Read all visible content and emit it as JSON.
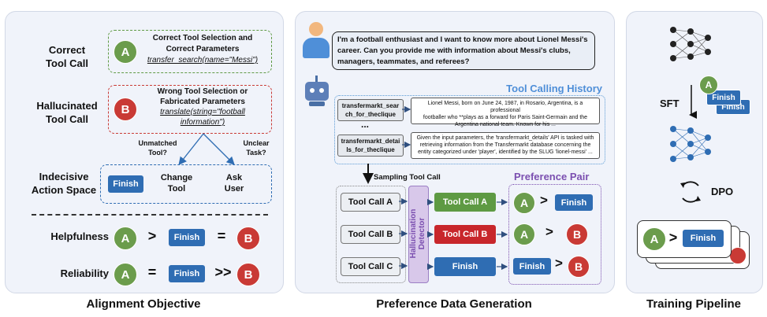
{
  "left": {
    "correct": {
      "label1": "Correct",
      "label2": "Tool Call",
      "badge": "A",
      "line1": "Correct Tool Selection and",
      "line2": "Correct Parameters",
      "code": "transfer_search(name=\"Messi\")"
    },
    "halluc": {
      "label1": "Hallucinated",
      "label2": "Tool Call",
      "badge": "B",
      "line1": "Wrong Tool Selection or",
      "line2": "Fabricated Parameters",
      "code1": "translate(string=\"football",
      "code2": "information\")"
    },
    "unmatched1": "Unmatched",
    "unmatched2": "Tool?",
    "unclear1": "Unclear",
    "unclear2": "Task?",
    "indecisive": {
      "label1": "Indecisive",
      "label2": "Action Space",
      "finish": "Finish",
      "change1": "Change",
      "change2": "Tool",
      "ask1": "Ask",
      "ask2": "User"
    },
    "helpfulness": {
      "label": "Helpfulness",
      "a": "A",
      "op1": ">",
      "finish": "Finish",
      "op2": "=",
      "b": "B"
    },
    "reliability": {
      "label": "Reliability",
      "a": "A",
      "op1": "=",
      "finish": "Finish",
      "op2": ">>",
      "b": "B"
    },
    "title": "Alignment Objective"
  },
  "middle": {
    "query1": "I'm a football enthusiast and I want to know more about Lionel Messi's",
    "query2": "career. Can you provide me with information about Messi's clubs,",
    "query3": "managers, teammates, and referees?",
    "history_title": "Tool Calling History",
    "h1a": "transfermarkt_sear",
    "h1b": "ch_for_theclique",
    "h2a": "transfermarkt_detai",
    "h2b": "ls_for_theclique",
    "dots": "...",
    "o1a": "Lionel Messi, born on June 24, 1987, in Rosario, Argentina, is a professional",
    "o1b": "footballer who **plays as a forward for Paris Saint-Germain and the",
    "o1c": "Argentina national team. Known for his ...",
    "o2a": "Given the input parameters, the 'transfermarkt_details' API is tasked with",
    "o2b": "retrieving information from the Transfermarkt database concerning the",
    "o2c": "entity categorized under 'player', identified by the SLUG 'lionel-messi' ...",
    "sampling": "Sampling Tool Call",
    "tca": "Tool Call  A",
    "tcb": "Tool Call B",
    "tcc": "Tool Call C",
    "detector1": "Hallucination",
    "detector2": "Detector",
    "out_a": "Tool Call A",
    "out_b": "Tool Call B",
    "out_c": "Finish",
    "pref_title": "Preference Pair",
    "p1": {
      "l": "A",
      "op": ">",
      "r": "Finish"
    },
    "p2": {
      "l": "A",
      "op": ">",
      "r": "B"
    },
    "p3": {
      "l": "Finish",
      "op": ">",
      "r": "B"
    },
    "title": "Preference Data Generation"
  },
  "right": {
    "sft": "SFT",
    "dpo": "DPO",
    "badge": "A",
    "finish": "Finish",
    "op": ">",
    "title": "Training Pipeline"
  }
}
